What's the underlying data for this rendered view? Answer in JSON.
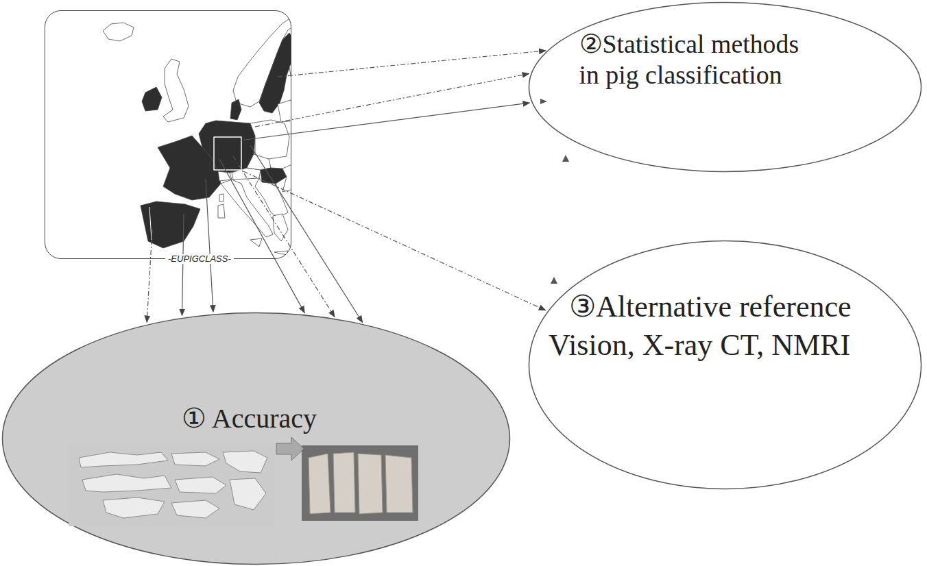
{
  "diagram": {
    "nodes": [
      {
        "text": [
          "-EUPIGCLASS-"
        ]
      },
      {
        "text": [
          "②Statistical methods in pig classification"
        ]
      },
      {
        "text": [
          "③Alternative reference",
          "Vision, X-ray CT, NMRI"
        ]
      },
      {
        "text": [
          "① Accuracy"
        ]
      }
    ],
    "edges": [
      {
        "from": 0,
        "to": 1,
        "arrow": "to"
      },
      {
        "from": 0,
        "to": 1,
        "arrow": "to"
      },
      {
        "from": 0,
        "to": 1,
        "arrow": "to"
      },
      {
        "from": 0,
        "to": 2,
        "arrow": "to"
      },
      {
        "from": 0,
        "to": 3,
        "arrow": "to"
      },
      {
        "from": 0,
        "to": 3,
        "arrow": "to"
      },
      {
        "from": 0,
        "to": 3,
        "arrow": "to"
      },
      {
        "from": 0,
        "to": 3,
        "arrow": "to"
      },
      {
        "from": 0,
        "to": 3,
        "arrow": "to"
      },
      {
        "from": 0,
        "to": 3,
        "arrow": "to"
      }
    ]
  }
}
